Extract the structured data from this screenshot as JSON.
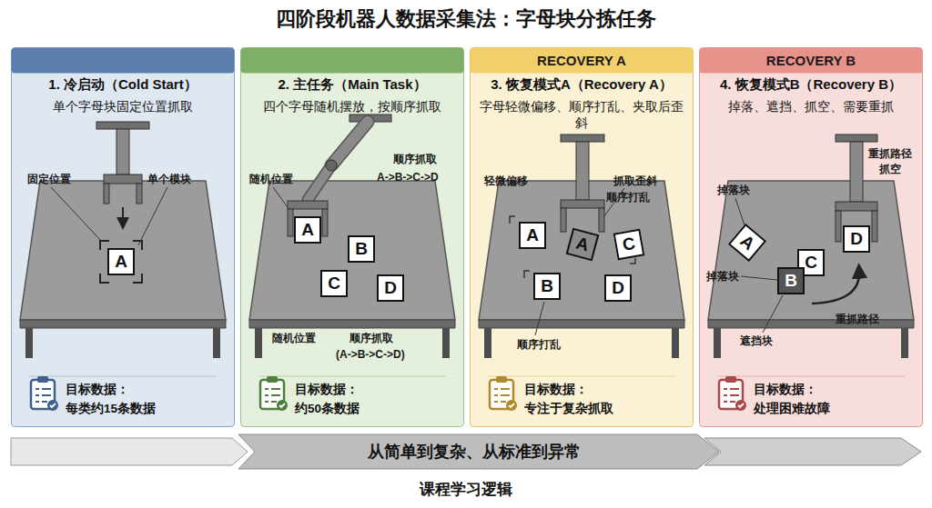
{
  "diagram": {
    "title": "四阶段机器人数据采集法：字母块分拣任务",
    "caption": "课程学习逻辑",
    "nodes": [
      {
        "text": [
          "1. 冷启动（Cold Start）",
          "单个字母块固定位置抓取"
        ]
      },
      {
        "text": [
          "A"
        ],
        "in": 0
      },
      {
        "text": [
          "目标数据：",
          "每类约15条数据"
        ],
        "in": 0
      },
      {
        "text": [
          "2. 主任务（Main Task）",
          "四个字母随机摆放，按顺序抓取"
        ]
      },
      {
        "text": [
          "A"
        ],
        "in": 3
      },
      {
        "text": [
          "B"
        ],
        "in": 3
      },
      {
        "text": [
          "C"
        ],
        "in": 3
      },
      {
        "text": [
          "D"
        ],
        "in": 3
      },
      {
        "text": [
          "目标数据：",
          "约50条数据"
        ],
        "in": 3
      },
      {
        "text": [
          "RECOVERY A",
          "3. 恢复模式A（Recovery A）",
          "字母轻微偏移、顺序打乱、夹取后歪斜"
        ]
      },
      {
        "text": [
          "A"
        ],
        "in": 9
      },
      {
        "text": [
          "A"
        ],
        "in": 9
      },
      {
        "text": [
          "C"
        ],
        "in": 9
      },
      {
        "text": [
          "B"
        ],
        "in": 9
      },
      {
        "text": [
          "D"
        ],
        "in": 9
      },
      {
        "text": [
          "目标数据：",
          "专注于复杂抓取"
        ],
        "in": 9
      },
      {
        "text": [
          "RECOVERY B",
          "4. 恢复模式B（Recovery B）",
          "掉落、遮挡、抓空、需要重抓"
        ]
      },
      {
        "text": [
          "A"
        ],
        "in": 16
      },
      {
        "text": [
          "C"
        ],
        "in": 16
      },
      {
        "text": [
          "B"
        ],
        "in": 16
      },
      {
        "text": [
          "D"
        ],
        "in": 16
      },
      {
        "text": [
          "目标数据：",
          "处理困难故障"
        ],
        "in": 16
      },
      {
        "text": [
          "从简单到复杂、从标准到异常"
        ]
      }
    ],
    "labels": [
      "固定位置",
      "单个模块",
      "随机位置",
      "顺序抓取",
      "A->B->C->D",
      "随机位置",
      "顺序抓取",
      "(A->B->C->D)",
      "轻微偏移",
      "抓取歪斜",
      "顺序打乱",
      "顺序打乱",
      "掉落块",
      "重抓路径",
      "抓空",
      "掉落块",
      "遮挡块",
      "重抓路径"
    ]
  }
}
